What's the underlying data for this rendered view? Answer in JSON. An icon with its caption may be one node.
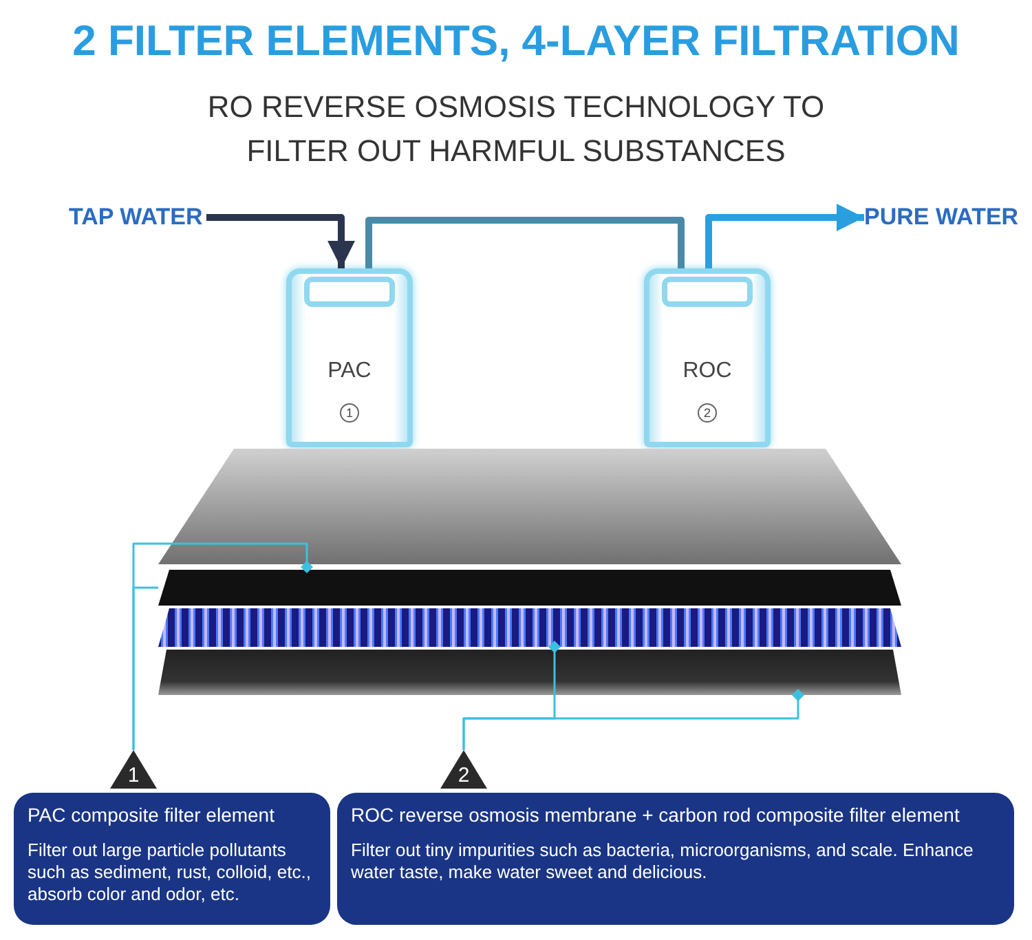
{
  "diagram": {
    "title": "2 FILTER ELEMENTS, 4-LAYER FILTRATION",
    "nodes": [
      {
        "text": [
          "TAP WATER"
        ]
      },
      {
        "text": [
          "PAC",
          "1"
        ]
      },
      {
        "text": [
          "ROC",
          "2"
        ]
      },
      {
        "text": [
          "PURE WATER"
        ]
      },
      {
        "text": [],
        "shape": "bar"
      },
      {
        "text": [],
        "shape": "bar"
      },
      {
        "text": [],
        "shape": "bar"
      },
      {
        "text": [],
        "shape": "bar"
      },
      {
        "text": [
          "1"
        ]
      },
      {
        "text": [
          "2"
        ]
      },
      {
        "text": [
          "PAC composite filter element",
          "Filter out large particle pollutants such as sediment, rust, colloid, etc., absorb color and odor, etc."
        ]
      },
      {
        "text": [
          "ROC reverse osmosis membrane + carbon rod composite filter element",
          "Filter out tiny impurities such as bacteria, microorganisms, and scale. Enhance water taste, make water sweet and delicious."
        ]
      }
    ],
    "edges": [
      {
        "from": 0,
        "to": 1,
        "arrow": "to",
        "style": "thick",
        "color": "#2b3550"
      },
      {
        "from": 1,
        "to": 2,
        "arrow": "none",
        "style": "thick",
        "color": "#4a8aa8"
      },
      {
        "from": 2,
        "to": 3,
        "arrow": "to",
        "style": "thick",
        "color": "#2a9fe0"
      },
      {
        "from": 4,
        "to": 8,
        "arrow": "other"
      },
      {
        "from": 5,
        "to": 8,
        "arrow": "none"
      },
      {
        "from": 6,
        "to": 9,
        "arrow": "other"
      },
      {
        "from": 7,
        "to": 9,
        "arrow": "other"
      }
    ],
    "labels": [
      "RO REVERSE OSMOSIS TECHNOLOGY TO FILTER OUT HARMFUL SUBSTANCES"
    ]
  }
}
